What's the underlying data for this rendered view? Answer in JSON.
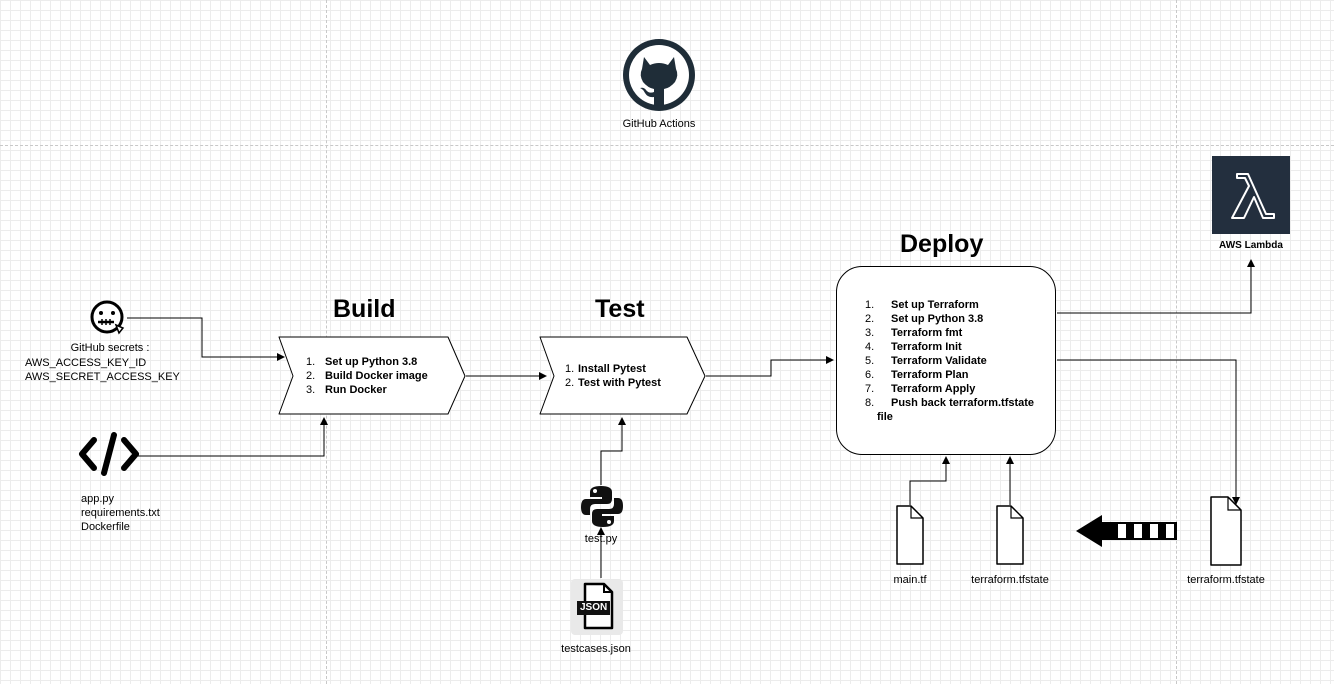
{
  "header": {
    "logo_label": "GitHub Actions"
  },
  "secrets": {
    "title": "GitHub secrets :",
    "keys": [
      "AWS_ACCESS_KEY_ID",
      "AWS_SECRET_ACCESS_KEY"
    ]
  },
  "source_files": [
    "app.py",
    "requirements.txt",
    "Dockerfile"
  ],
  "build": {
    "title": "Build",
    "steps": [
      {
        "n": "1.",
        "label": "Set up Python 3.8"
      },
      {
        "n": "2.",
        "label": "Build Docker image"
      },
      {
        "n": "3.",
        "label": "Run Docker"
      }
    ]
  },
  "test": {
    "title": "Test",
    "steps": [
      {
        "n": "1.",
        "label": "Install Pytest"
      },
      {
        "n": "2.",
        "label": "Test with Pytest"
      }
    ],
    "script_file": "test.py",
    "json_badge": "JSON",
    "cases_file": "testcases.json"
  },
  "deploy": {
    "title": "Deploy",
    "steps": [
      {
        "n": "1.",
        "label": "Set up Terraform"
      },
      {
        "n": "2.",
        "label": "Set up Python 3.8"
      },
      {
        "n": "3.",
        "label": "Terraform fmt"
      },
      {
        "n": "4.",
        "label": "Terraform Init"
      },
      {
        "n": "5.",
        "label": "Terraform Validate"
      },
      {
        "n": "6.",
        "label": "Terraform Plan"
      },
      {
        "n": "7.",
        "label": "Terraform Apply"
      },
      {
        "n": "8.",
        "label": "Push back terraform.tfstate"
      }
    ],
    "step_8_continuation": "file",
    "input_files": [
      "main.tf",
      "terraform.tfstate"
    ]
  },
  "lambda": {
    "label": "AWS Lambda"
  },
  "state_store": {
    "label": "terraform.tfstate"
  },
  "colors": {
    "aws_dark": "#232f3e",
    "line": "#000000",
    "grid": "#ececec"
  },
  "icons": [
    "github-icon",
    "secret-face-icon",
    "code-icon",
    "python-icon",
    "json-file-icon",
    "lambda-icon",
    "document-icon",
    "striped-arrow-icon"
  ]
}
